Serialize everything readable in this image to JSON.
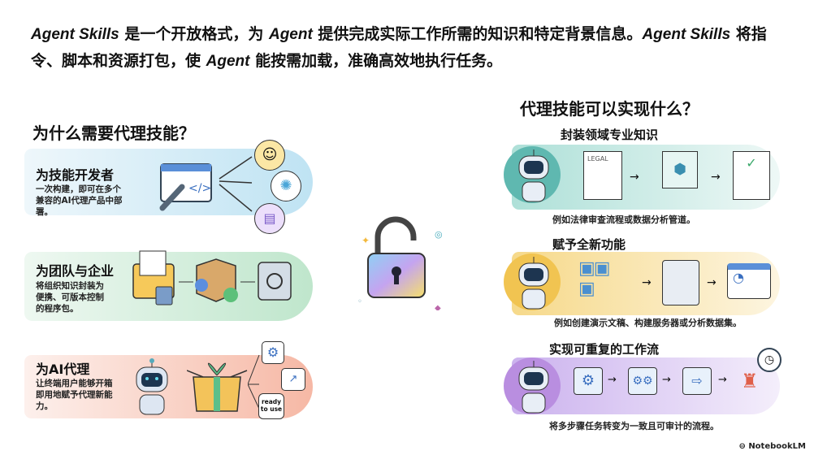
{
  "intro": {
    "p1": "Agent Skills",
    "p2": " 是一个开放格式，为 ",
    "p3": "Agent",
    "p4": " 提供完成实际工作所需的知识和特定背景信息。",
    "p5": "Agent Skills",
    "p6": " 将指令、脚本和资源打包，使 ",
    "p7": "Agent",
    "p8": " 能按需加载，准确高效地执行任务。"
  },
  "left": {
    "title": "为什么需要代理技能？",
    "cards": [
      {
        "title": "为技能开发者",
        "desc": "一次构建，即可在多个兼容的AI代理产品中部署。",
        "color": "#cfe9f5"
      },
      {
        "title": "为团队与企业",
        "desc": "将组织知识封装为便携、可版本控制的程序包。",
        "color": "#d3eedc"
      },
      {
        "title": "为AI代理",
        "desc": "让终端用户能够开箱即用地赋予代理新能力。",
        "color": "#f8cfc2",
        "badge": "ready to use"
      }
    ]
  },
  "right": {
    "title": "代理技能可以实现什么？",
    "items": [
      {
        "title": "封装领域专业知识",
        "caption": "例如法律审查流程或数据分析管道。",
        "color": "#c7ebe6",
        "circle": "#5fb8b0",
        "doc_label": "LEGAL"
      },
      {
        "title": "赋予全新功能",
        "caption": "例如创建演示文稿、构建服务器或分析数据集。",
        "color": "#fbe7b8",
        "circle": "#f1c451"
      },
      {
        "title": "实现可重复的工作流",
        "caption": "将多步骤任务转变为一致且可审计的流程。",
        "color": "#e3d3f3",
        "circle": "#b98ee0"
      }
    ]
  },
  "footer": {
    "brand": "NotebookLM"
  }
}
